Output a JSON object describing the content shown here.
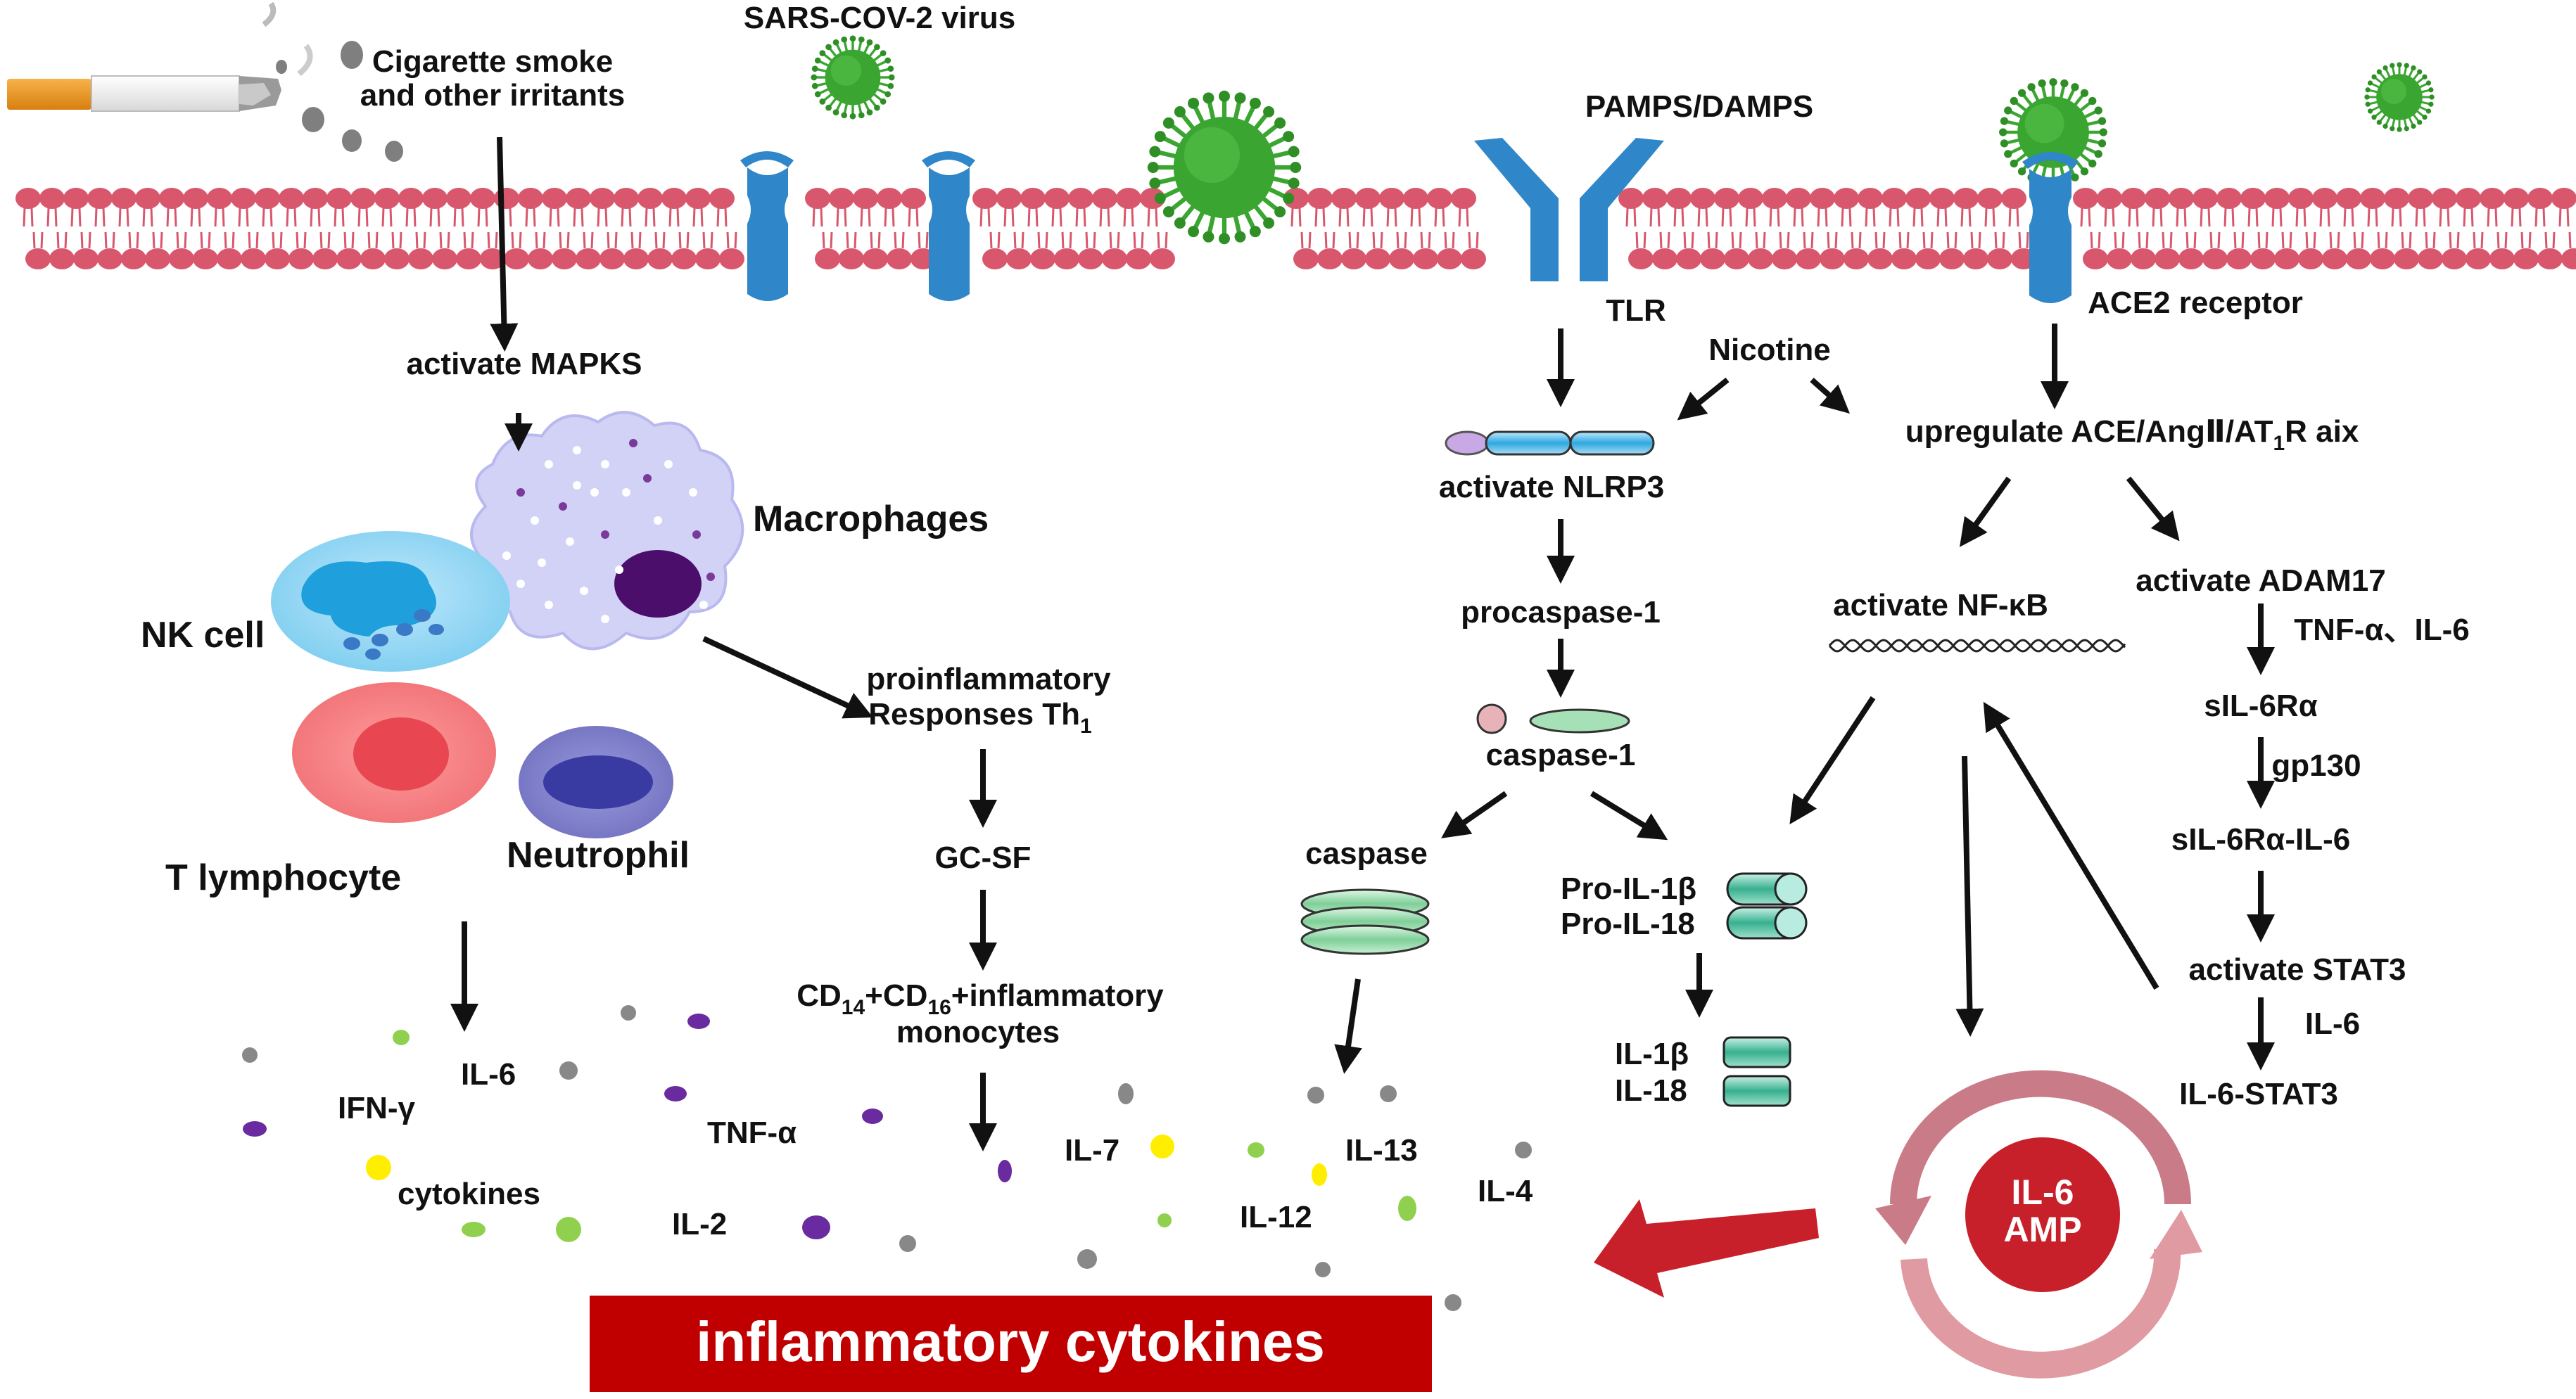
{
  "stimuli": {
    "cigarette": "Cigarette smoke",
    "cigarette_line2": "and other irritants",
    "virus": "SARS-COV-2 virus",
    "pamps": "PAMPS/DAMPS",
    "tlr": "TLR",
    "ace2": "ACE2 receptor",
    "nicotine": "Nicotine"
  },
  "left_pathway": {
    "mapks": "activate MAPKS",
    "macrophages": "Macrophages",
    "nk_cell": "NK cell",
    "t_lymphocyte": "T lymphocyte",
    "neutrophil": "Neutrophil",
    "proinflammatory": "proinflammatory",
    "responses_th1_main": "Responses Th",
    "responses_th1_sub": "1",
    "gcsf": "GC-SF",
    "cd_cd": "CD",
    "cd_sub1": "14",
    "cd_plus": "+CD",
    "cd_sub2": "16",
    "cd_tail": "+inflammatory",
    "monocytes": "monocytes"
  },
  "nlrp3_pathway": {
    "activate_nlrp3": "activate  NLRP3",
    "procaspase": "procaspase-1",
    "caspase1": "caspase-1",
    "caspase": "caspase",
    "pro_il1b": "Pro-IL-1β",
    "pro_il18": "Pro-IL-18",
    "il1b": "IL-1β",
    "il18": "IL-18"
  },
  "ace_pathway": {
    "upregulate_a": "upregulate ACE/AngⅡ/AT",
    "upregulate_sub": "1",
    "upregulate_b": "R aix",
    "nfkb": "activate  NF-κB",
    "adam17": "activate  ADAM17",
    "tnf_il6": "TNF-α、IL-6",
    "sil6ra": "sIL-6Rα",
    "gp130": "gp130",
    "sil6ra_il6": "sIL-6Rα-IL-6",
    "stat3": "activate STAT3",
    "il6_label": "IL-6",
    "il6_stat3": "IL-6-STAT3",
    "amp_line1": "IL-6",
    "amp_line2": "AMP"
  },
  "cytokines": {
    "il6": "IL-6",
    "ifng": "IFN-γ",
    "tnfa": "TNF-α",
    "cytokines": "cytokines",
    "il2": "IL-2",
    "il7": "IL-7",
    "il13": "IL-13",
    "il12": "IL-12",
    "il4": "IL-4"
  },
  "banner": "inflammatory cytokines",
  "colors": {
    "membrane": "#d9576d",
    "receptor": "#2f86c8",
    "virus": "#3aa631",
    "banner": "#c00000",
    "amp": "#c8202a",
    "caspase_green": "#8fd6a8",
    "arrow": "#111111"
  }
}
